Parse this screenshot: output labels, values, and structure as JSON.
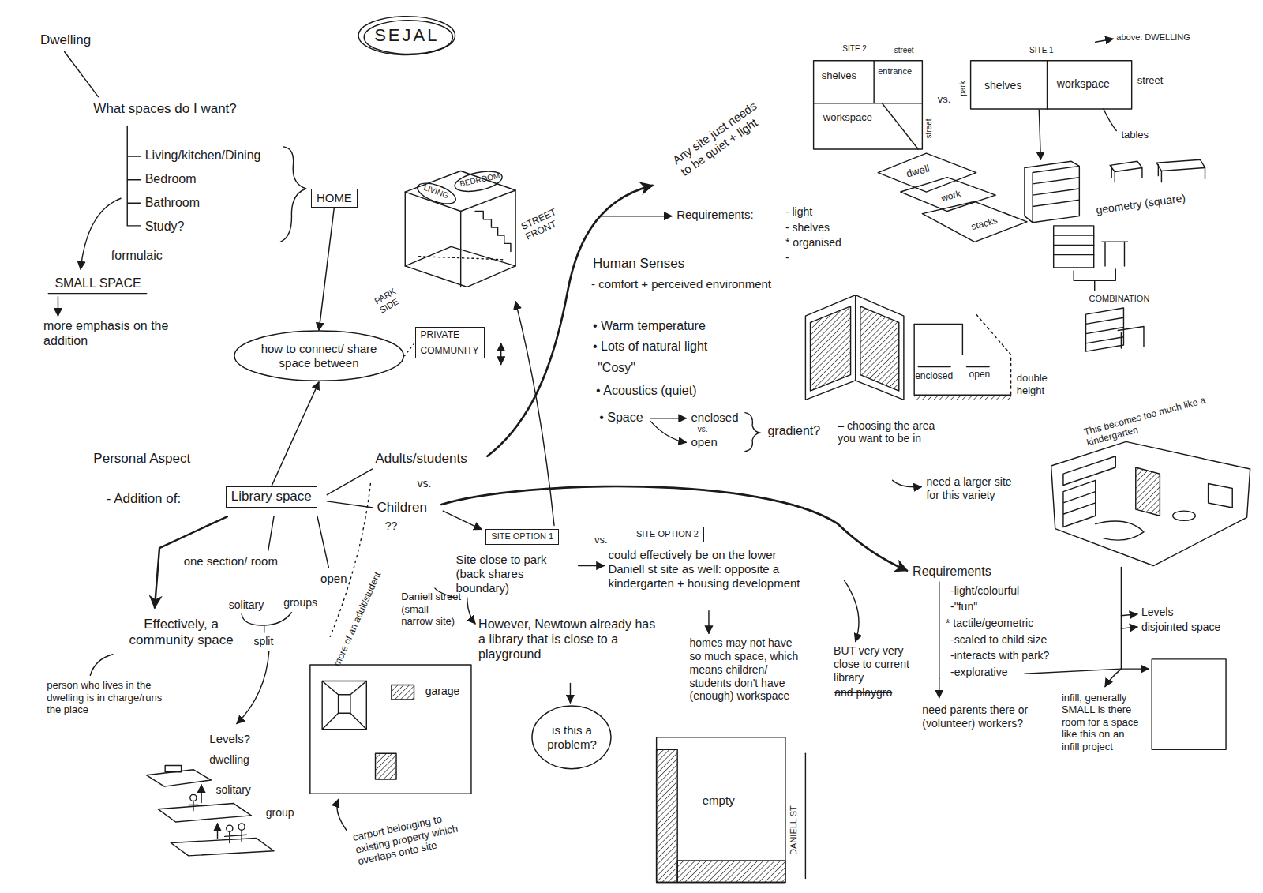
{
  "diagram": {
    "title": "SEJAL",
    "nodes": [
      {
        "text": [
          "HOME"
        ]
      },
      {
        "text": [
          "how to connect/ share space between"
        ]
      },
      {
        "text": [
          "PRIVATE",
          "COMMUNITY"
        ]
      },
      {
        "text": [
          "Library space"
        ]
      },
      {
        "text": [
          "SITE OPTION 1"
        ]
      },
      {
        "text": [
          "SITE OPTION 2"
        ]
      },
      {
        "text": [
          "is this a problem?"
        ]
      }
    ],
    "edges": [
      {
        "from": 0,
        "to": 1,
        "arrow": "to"
      },
      {
        "from": 3,
        "to": 1,
        "arrow": "to"
      },
      {
        "from": 1,
        "to": 2,
        "arrow": "none"
      }
    ],
    "labels": [
      "Dwelling",
      "What spaces do I want?",
      "Living/kitchen/Dining",
      "Bedroom",
      "Bathroom",
      "Study?",
      "formulaic",
      "SMALL SPACE",
      "more emphasis on the addition",
      "Personal Aspect",
      "- Addition of:",
      "one section/ room",
      "open",
      "solitary",
      "groups",
      "split",
      "Effectively, a community space",
      "person who lives in the dwelling is in charge/runs the place",
      "Levels?",
      "dwelling",
      "solitary",
      "group",
      "more of an adult/student",
      "??",
      "Adults/students",
      "vs.",
      "Children",
      "LIVING",
      "BEDROOM",
      "STREET FRONT",
      "PARK SIDE",
      "Any site just needs to be quiet + light",
      "Requirements:",
      "- light",
      "- shelves",
      "* organised",
      "-",
      "Human Senses",
      "- comfort + perceived environment",
      "• Warm temperature",
      "• Lots of natural light",
      "\"Cosy\"",
      "• Acoustics (quiet)",
      "• Space",
      "enclosed",
      "vs.",
      "open",
      "gradient?",
      "– choosing the area you want to be in",
      "need a larger site for this variety",
      "SITE 2",
      "street",
      "shelves",
      "entrance",
      "workspace",
      "street",
      "vs.",
      "park",
      "SITE 1",
      "above: DWELLING",
      "shelves",
      "workspace",
      "street",
      "tables",
      "dwell",
      "work",
      "stacks",
      "geometry (square)",
      "COMBINATION",
      "enclosed",
      "open",
      "double height",
      "This becomes too much like a kindergarten",
      "Requirements",
      "-light/colourful",
      "-\"fun\"",
      "* tactile/geometric",
      "-scaled to child size",
      "-interacts with park?",
      "-explorative",
      "Levels",
      "disjointed space",
      "infill, generally SMALL is there room for a space like this on an infill project",
      "need parents there or (volunteer) workers?",
      "vs.",
      "Site close to park (back shares boundary)",
      "could effectively be on the lower Daniell st site as well: opposite a kindergarten + housing development",
      "Daniell street (small narrow site)",
      "However, Newtown already has a library that is close to a playground",
      "homes may not have so much space, which means children/ students don't have (enough) workspace",
      "BUT very very close to current library",
      "and playgro",
      "garage",
      "carport belonging to existing property which overlaps onto site",
      "empty",
      "DANIELL ST"
    ]
  }
}
